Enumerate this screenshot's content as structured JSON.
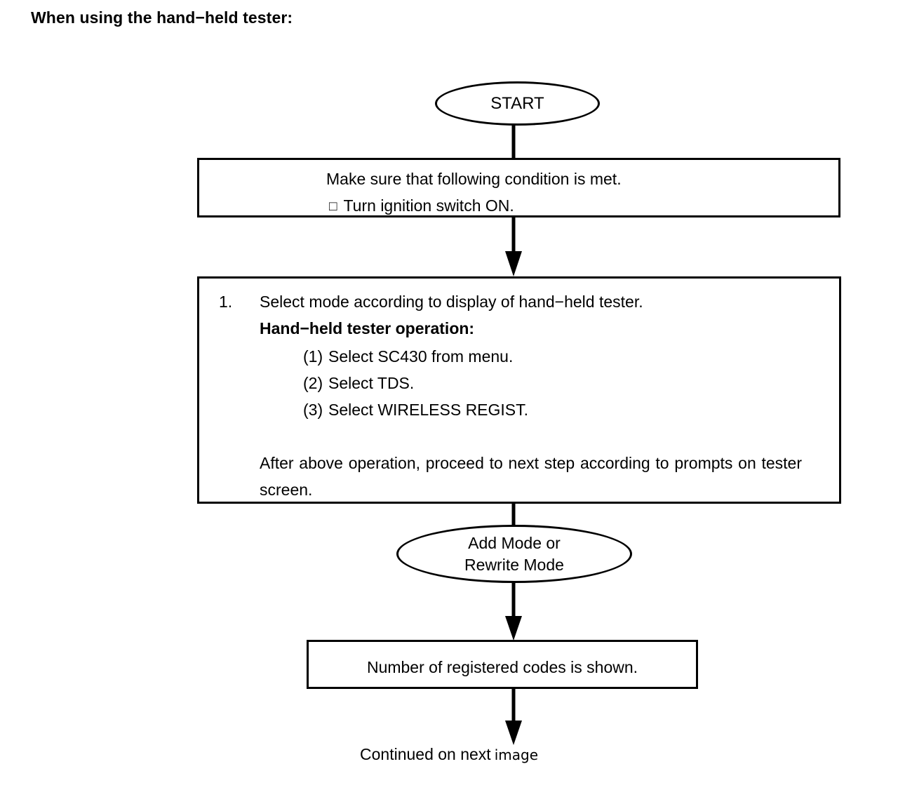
{
  "page": {
    "heading": "When using the hand−held tester:",
    "background_color": "#ffffff",
    "line_color": "#000000"
  },
  "flowchart": {
    "type": "flowchart",
    "nodes": [
      {
        "id": "start",
        "shape": "ellipse",
        "label": "START"
      },
      {
        "id": "condition",
        "shape": "rectangle",
        "line1": "Make sure that following condition is met.",
        "bullet_glyph": "□",
        "line2": "Turn ignition switch ON."
      },
      {
        "id": "instruction",
        "shape": "rectangle",
        "step_number": "1.",
        "step_text": "Select mode according to display of hand−held tester.",
        "operation_title": "Hand−held tester operation:",
        "sub_steps": [
          {
            "num": "(1)",
            "text": "Select SC430 from menu."
          },
          {
            "num": "(2)",
            "text": "Select TDS."
          },
          {
            "num": "(3)",
            "text": "Select WIRELESS REGIST."
          }
        ],
        "paragraph": "After above operation, proceed to next step according to prompts on tester screen."
      },
      {
        "id": "mode",
        "shape": "ellipse",
        "line1": "Add Mode or",
        "line2": "Rewrite Mode"
      },
      {
        "id": "result",
        "shape": "rectangle",
        "label": "Number of registered codes is shown."
      }
    ],
    "connectors": [
      {
        "from": "start",
        "to": "condition",
        "arrowhead": false
      },
      {
        "from": "condition",
        "to": "instruction",
        "arrowhead": true
      },
      {
        "from": "instruction",
        "to": "mode",
        "arrowhead": false
      },
      {
        "from": "mode",
        "to": "result",
        "arrowhead": true
      },
      {
        "from": "result",
        "to": "footer",
        "arrowhead": true
      }
    ]
  },
  "footer": {
    "text": "Continued on next",
    "text_alt": "image"
  }
}
